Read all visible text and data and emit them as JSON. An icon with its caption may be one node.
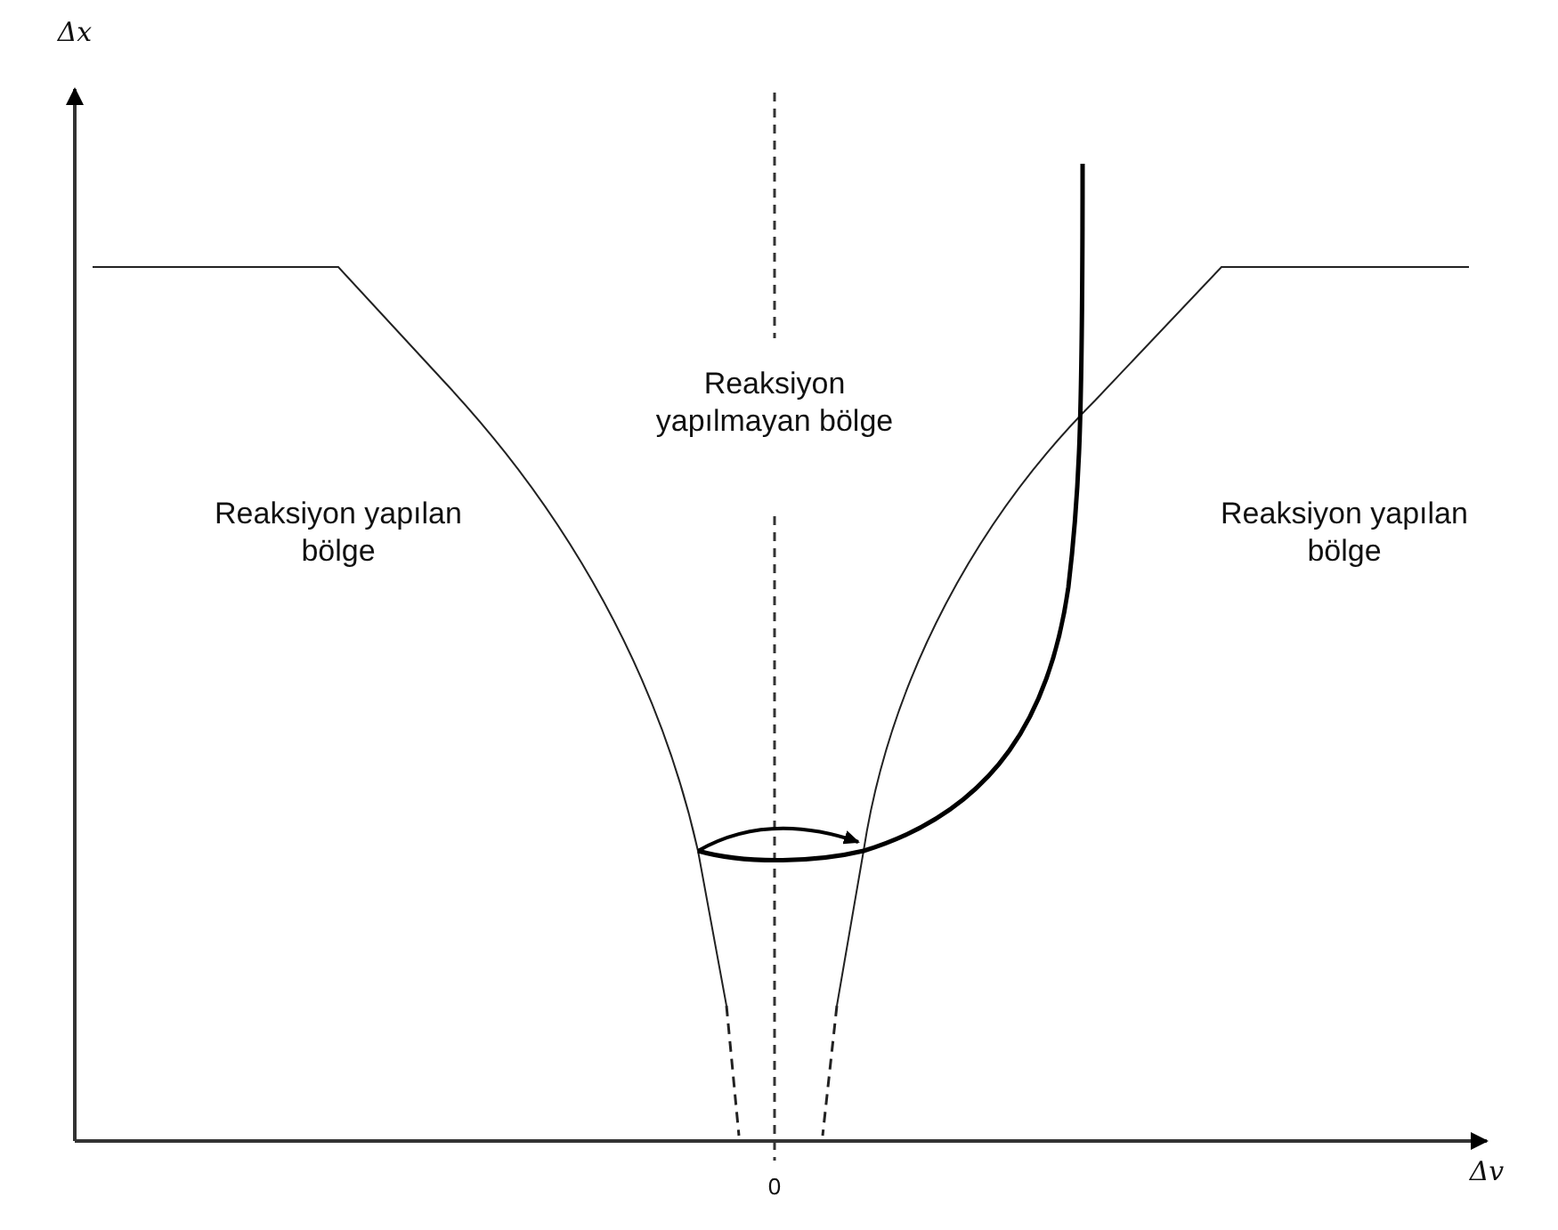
{
  "diagram": {
    "labels": [
      "Δx",
      "Reaksiyon yapılmayan bölge",
      "Reaksiyon yapılan bölge",
      "Reaksiyon yapılan bölge",
      "Δv",
      "0"
    ]
  }
}
